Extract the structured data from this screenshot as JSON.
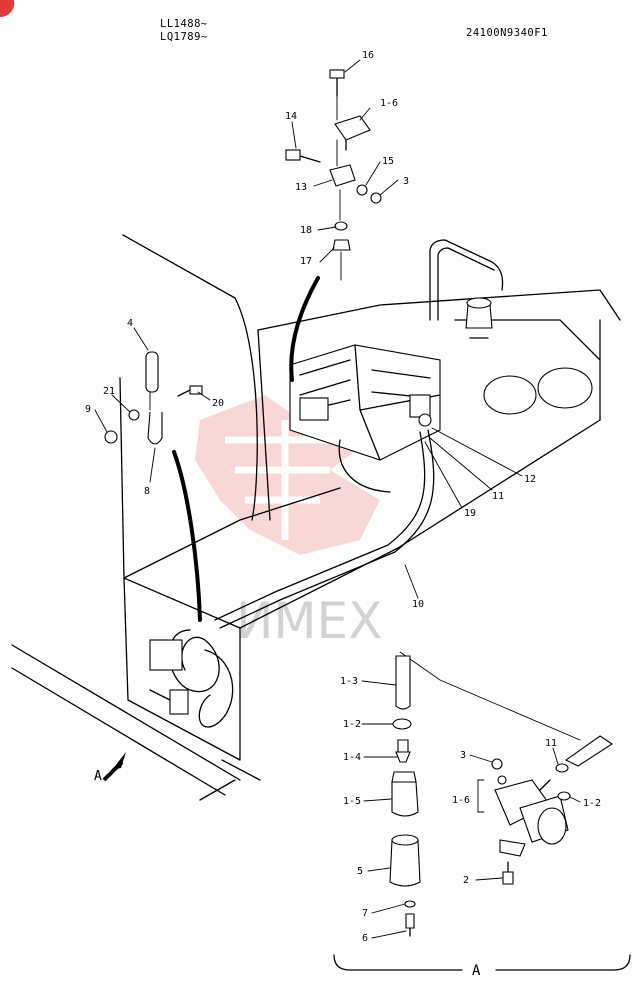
{
  "header": {
    "code_line1": "LL1488~",
    "code_line2": "LQ1789~",
    "drawing_number": "24100N9340F1"
  },
  "watermark": {
    "text": "ИМЕX",
    "color": "#e07a7a"
  },
  "view_arrow": {
    "label": "A"
  },
  "detail_view": {
    "label": "A"
  },
  "callouts": {
    "c16": "16",
    "c1_6_top": "1-6",
    "c14": "14",
    "c15": "15",
    "c3_top": "3",
    "c13": "13",
    "c18": "18",
    "c17": "17",
    "c4": "4",
    "c21": "21",
    "c9": "9",
    "c20": "20",
    "c8": "8",
    "c12": "12",
    "c11_main": "11",
    "c19": "19",
    "c10": "10",
    "c1_3": "1-3",
    "c1_2_left": "1-2",
    "c1_4": "1-4",
    "c1_5": "1-5",
    "c5": "5",
    "c7": "7",
    "c6": "6",
    "c3_det": "3",
    "c11_det": "11",
    "c1_6_det": "1-6",
    "c1_2_right": "1-2",
    "c2": "2"
  }
}
